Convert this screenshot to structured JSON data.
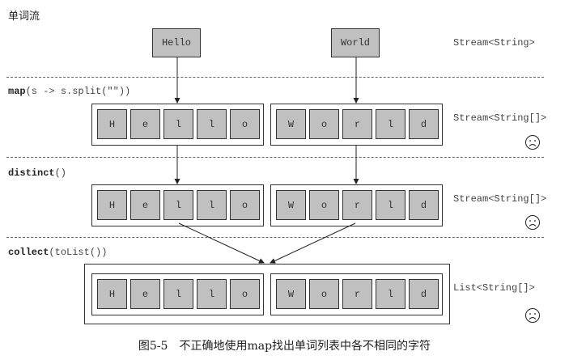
{
  "title": "单词流",
  "words": [
    "Hello",
    "World"
  ],
  "stages": [
    {
      "op_bold": "map",
      "op_rest": "(s -> s.split(\"\"))",
      "type": "Stream<String[]>",
      "sad": true,
      "arrays": [
        [
          "H",
          "e",
          "l",
          "l",
          "o"
        ],
        [
          "W",
          "o",
          "r",
          "l",
          "d"
        ]
      ]
    },
    {
      "op_bold": "distinct",
      "op_rest": "()",
      "type": "Stream<String[]>",
      "sad": true,
      "arrays": [
        [
          "H",
          "e",
          "l",
          "l",
          "o"
        ],
        [
          "W",
          "o",
          "r",
          "l",
          "d"
        ]
      ]
    },
    {
      "op_bold": "collect",
      "op_rest": "(toList())",
      "type": "List<String[]>",
      "sad": true,
      "arrays": [
        [
          "H",
          "e",
          "l",
          "l",
          "o"
        ],
        [
          "W",
          "o",
          "r",
          "l",
          "d"
        ]
      ]
    }
  ],
  "top_type": "Stream<String>",
  "caption": "图5-5　不正确地使用map找出单词列表中各不相同的字符",
  "icons": {
    "sad": "frowning-face-icon"
  }
}
